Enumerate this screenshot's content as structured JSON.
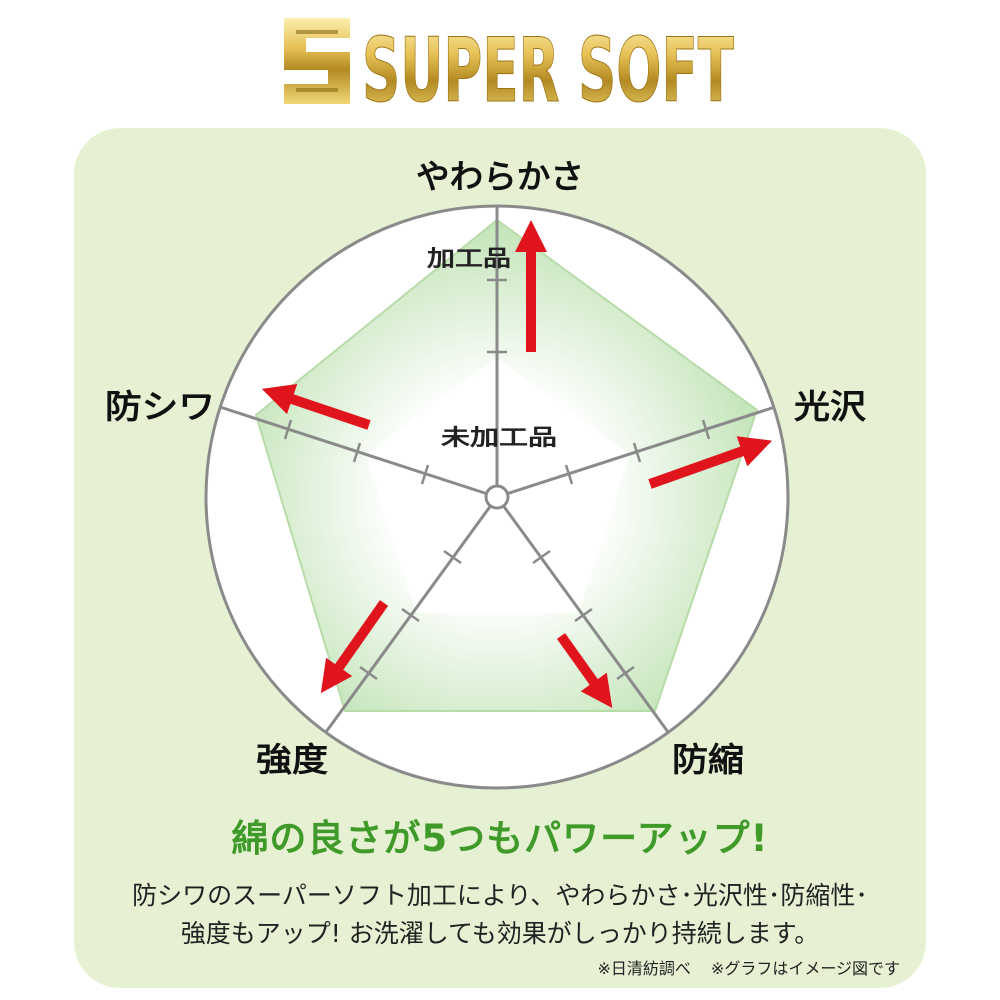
{
  "brand": {
    "logo_text": "SUPER SOFT",
    "gold_light": "#f7e08a",
    "gold_dark": "#b0861d"
  },
  "chart": {
    "axes": [
      "やわらかさ",
      "光沢",
      "防縮",
      "強度",
      "防シワ"
    ],
    "series": [
      {
        "name": "加工品",
        "color": "#cde9c0"
      },
      {
        "name": "未加工品",
        "color": "#ffffff"
      }
    ],
    "arrow_color": "#e0141c",
    "axis_color": "#8a8a8a"
  },
  "headline": "綿の良さが5つもパワーアップ!",
  "description": {
    "line1": "防シワのスーパーソフト加工により、やわらかさ･光沢性･防縮性･",
    "line2": "強度もアップ! お洗濯しても効果がしっかり持続します。"
  },
  "notes": [
    "※日清紡調べ",
    "※グラフはイメージ図です"
  ],
  "colors": {
    "panel": "#e6f1d3",
    "headline": "#3f9a2a"
  }
}
